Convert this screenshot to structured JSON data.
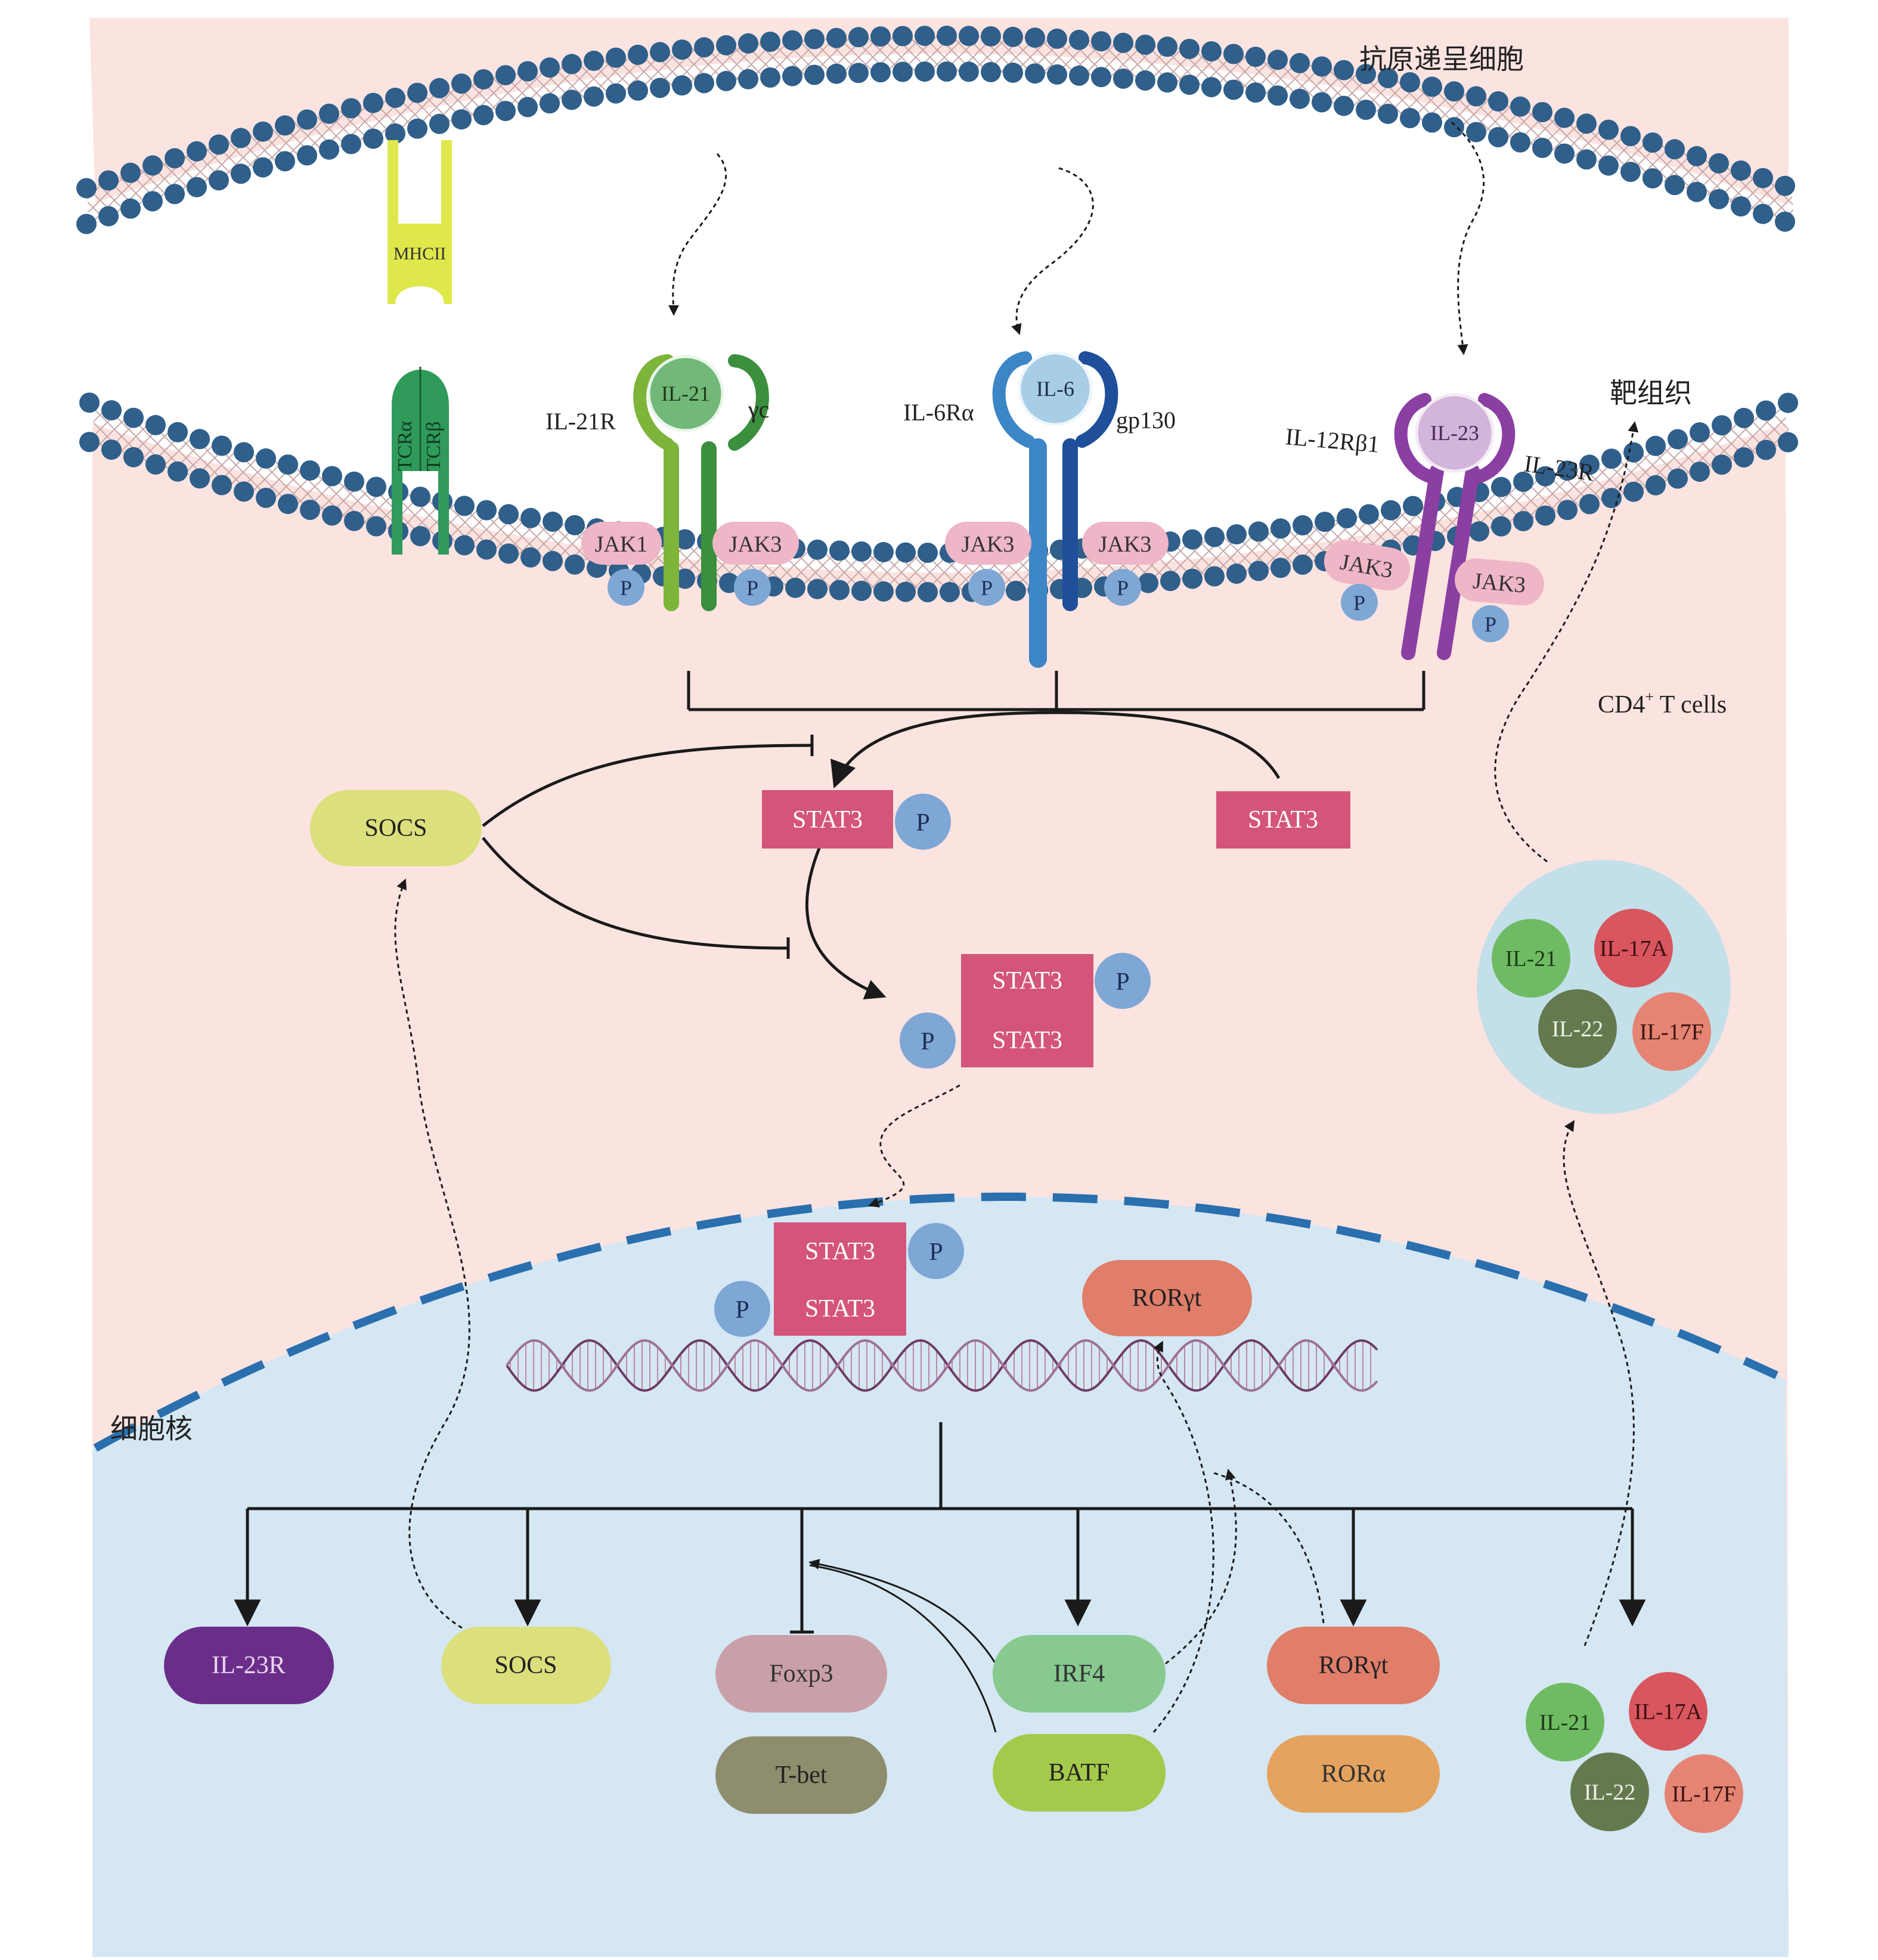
{
  "labels": {
    "apc": "抗原递呈细胞",
    "target": "靶组织",
    "cd4": "CD4",
    "cd4_sup": "+",
    "cd4_rest": " T cells",
    "nucleus": "细胞核"
  },
  "receptors": {
    "mhc": "MHCII",
    "tcra": "TCRα",
    "tcrb": "TCRβ",
    "il21": "IL-21",
    "il21r": "IL-21R",
    "gc": "γc",
    "il6": "IL-6",
    "il6ra": "IL-6Rα",
    "gp130": "gp130",
    "il23": "IL-23",
    "il12rb1": "IL-12Rβ1",
    "il23r": "IL-23R"
  },
  "kinases": {
    "jak1": "JAK1",
    "jak3": "JAK3",
    "p": "P"
  },
  "stat": {
    "stat3": "STAT3",
    "socs": "SOCS"
  },
  "nuclear": {
    "rorgt": "RORγt"
  },
  "targets": {
    "il23r": "IL-23R",
    "socs": "SOCS",
    "foxp3": "Foxp3",
    "tbet": "T-bet",
    "irf4": "IRF4",
    "batf": "BATF",
    "rorgt": "RORγt",
    "rora": "RORα"
  },
  "cytokines": {
    "il21": "IL-21",
    "il17a": "IL-17A",
    "il22": "IL-22",
    "il17f": "IL-17F"
  },
  "colors": {
    "cytoplasm": "#fbe3e0",
    "nucleus": "#d5e7f3",
    "lipid": "#2f5f8a",
    "stat3": "#d4547a",
    "phospho": "#7ea7d6",
    "jak": "#eeb6c6",
    "socs": "#dce07c"
  }
}
